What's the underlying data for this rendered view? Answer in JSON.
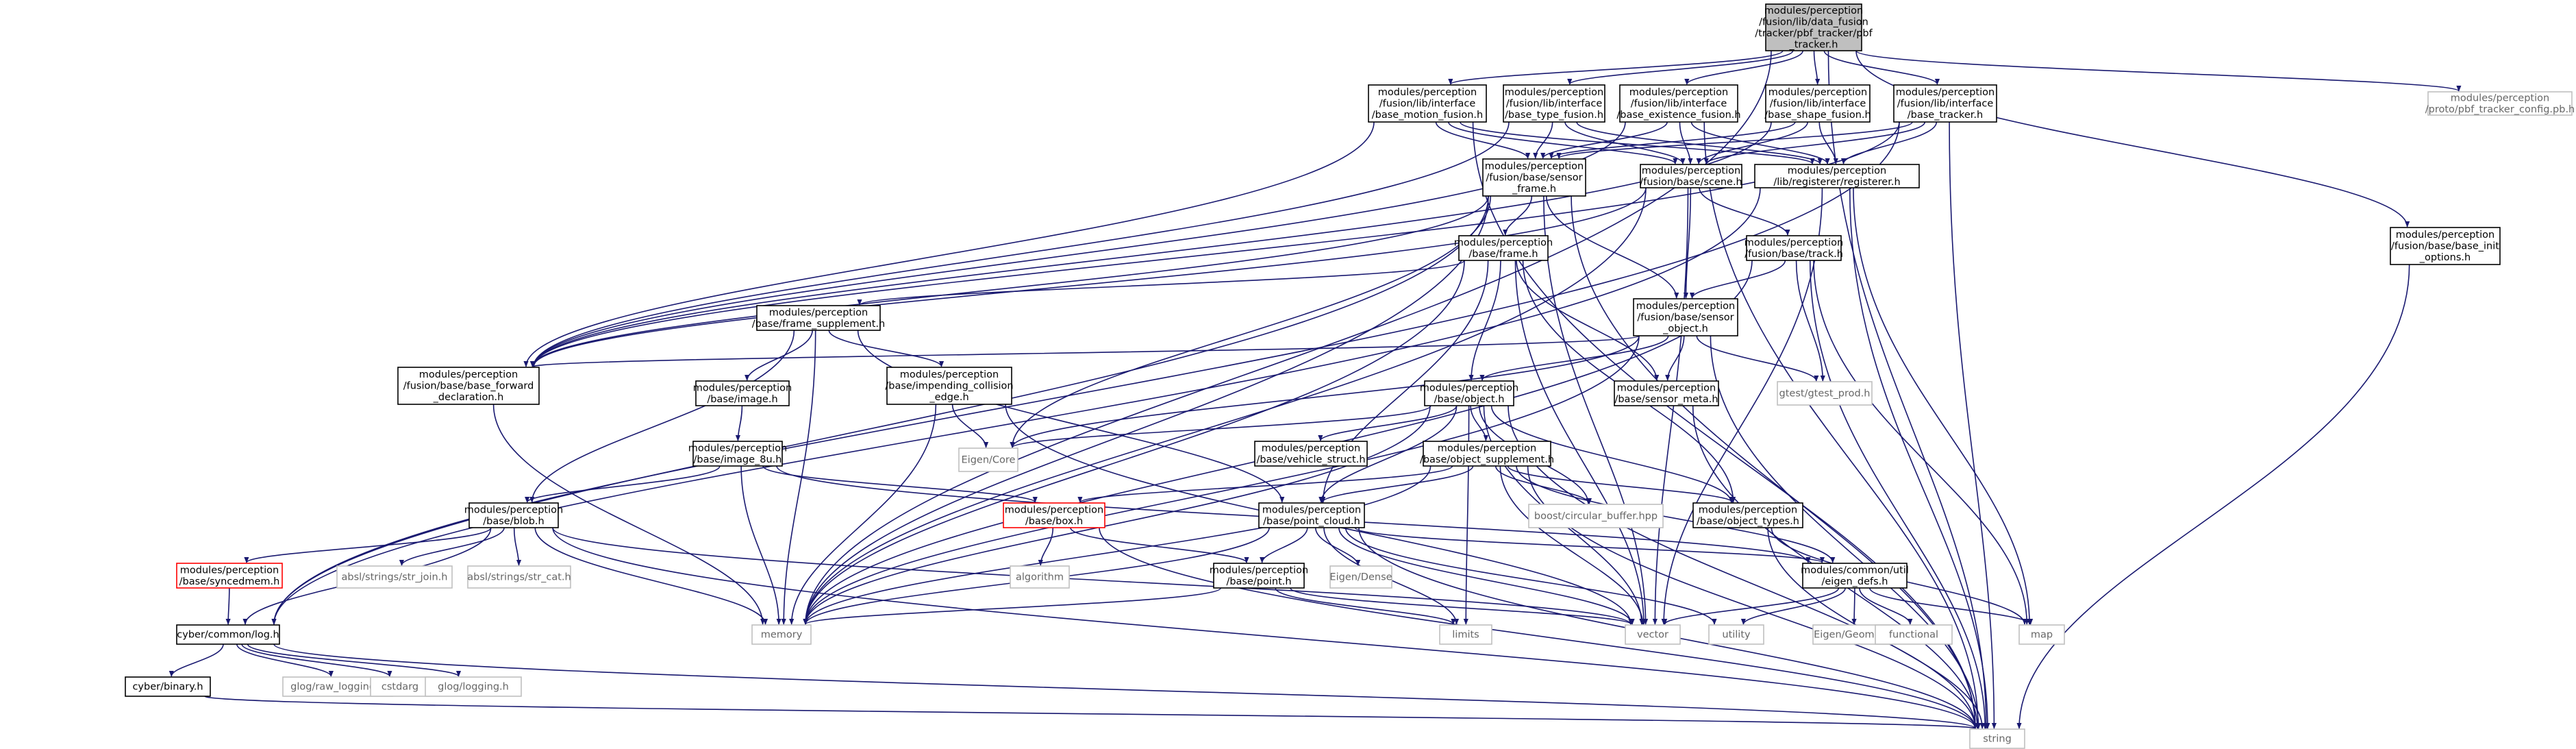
{
  "diagram": {
    "style": {
      "edge_color": "#191970",
      "root_fill": "#bfbfbf",
      "file_border": "#000000",
      "external_border": "#bfbfbf",
      "external_text": "#666666",
      "missing_border": "#ff0000"
    },
    "nodes": [
      {
        "id": "root",
        "kind": "root",
        "lines": [
          "modules/perception",
          "/fusion/lib/data_fusion",
          "/tracker/pbf_tracker/pbf",
          "_tracker.h"
        ]
      },
      {
        "id": "motion_fusion",
        "kind": "file",
        "lines": [
          "modules/perception",
          "/fusion/lib/interface",
          "/base_motion_fusion.h"
        ]
      },
      {
        "id": "type_fusion",
        "kind": "file",
        "lines": [
          "modules/perception",
          "/fusion/lib/interface",
          "/base_type_fusion.h"
        ]
      },
      {
        "id": "existence_fusion",
        "kind": "file",
        "lines": [
          "modules/perception",
          "/fusion/lib/interface",
          "/base_existence_fusion.h"
        ]
      },
      {
        "id": "shape_fusion",
        "kind": "file",
        "lines": [
          "modules/perception",
          "/fusion/lib/interface",
          "/base_shape_fusion.h"
        ]
      },
      {
        "id": "base_tracker",
        "kind": "file",
        "lines": [
          "modules/perception",
          "/fusion/lib/interface",
          "/base_tracker.h"
        ]
      },
      {
        "id": "pbf_config",
        "kind": "ext",
        "lines": [
          "modules/perception",
          "/proto/pbf_tracker_config.pb.h"
        ]
      },
      {
        "id": "sensor_frame",
        "kind": "file",
        "lines": [
          "modules/perception",
          "/fusion/base/sensor",
          "_frame.h"
        ]
      },
      {
        "id": "scene",
        "kind": "file",
        "lines": [
          "modules/perception",
          "/fusion/base/scene.h"
        ]
      },
      {
        "id": "registerer",
        "kind": "file",
        "lines": [
          "modules/perception",
          "/lib/registerer/registerer.h"
        ]
      },
      {
        "id": "base_init_options",
        "kind": "file",
        "lines": [
          "modules/perception",
          "/fusion/base/base_init",
          "_options.h"
        ]
      },
      {
        "id": "frame",
        "kind": "file",
        "lines": [
          "modules/perception",
          "/base/frame.h"
        ]
      },
      {
        "id": "track",
        "kind": "file",
        "lines": [
          "modules/perception",
          "/fusion/base/track.h"
        ]
      },
      {
        "id": "frame_supplement",
        "kind": "file",
        "lines": [
          "modules/perception",
          "/base/frame_supplement.h"
        ]
      },
      {
        "id": "sensor_object",
        "kind": "file",
        "lines": [
          "modules/perception",
          "/fusion/base/sensor",
          "_object.h"
        ]
      },
      {
        "id": "fwd_decl",
        "kind": "file",
        "lines": [
          "modules/perception",
          "/fusion/base/base_forward",
          "_declaration.h"
        ]
      },
      {
        "id": "image",
        "kind": "file",
        "lines": [
          "modules/perception",
          "/base/image.h"
        ]
      },
      {
        "id": "impending",
        "kind": "file",
        "lines": [
          "modules/perception",
          "/base/impending_collision",
          "_edge.h"
        ]
      },
      {
        "id": "object",
        "kind": "file",
        "lines": [
          "modules/perception",
          "/base/object.h"
        ]
      },
      {
        "id": "sensor_meta",
        "kind": "file",
        "lines": [
          "modules/perception",
          "/base/sensor_meta.h"
        ]
      },
      {
        "id": "gtest",
        "kind": "ext",
        "lines": [
          "gtest/gtest_prod.h"
        ]
      },
      {
        "id": "eigen_core",
        "kind": "ext",
        "lines": [
          "Eigen/Core"
        ]
      },
      {
        "id": "image_8u",
        "kind": "file",
        "lines": [
          "modules/perception",
          "/base/image_8u.h"
        ]
      },
      {
        "id": "vehicle_struct",
        "kind": "file",
        "lines": [
          "modules/perception",
          "/base/vehicle_struct.h"
        ]
      },
      {
        "id": "object_supplement",
        "kind": "file",
        "lines": [
          "modules/perception",
          "/base/object_supplement.h"
        ]
      },
      {
        "id": "blob",
        "kind": "file",
        "lines": [
          "modules/perception",
          "/base/blob.h"
        ]
      },
      {
        "id": "box",
        "kind": "missing",
        "lines": [
          "modules/perception",
          "/base/box.h"
        ]
      },
      {
        "id": "point_cloud",
        "kind": "file",
        "lines": [
          "modules/perception",
          "/base/point_cloud.h"
        ]
      },
      {
        "id": "circular_buffer",
        "kind": "ext",
        "lines": [
          "boost/circular_buffer.hpp"
        ]
      },
      {
        "id": "object_types",
        "kind": "file",
        "lines": [
          "modules/perception",
          "/base/object_types.h"
        ]
      },
      {
        "id": "syncedmem",
        "kind": "missing",
        "lines": [
          "modules/perception",
          "/base/syncedmem.h"
        ]
      },
      {
        "id": "str_join",
        "kind": "ext",
        "lines": [
          "absl/strings/str_join.h"
        ]
      },
      {
        "id": "str_cat",
        "kind": "ext",
        "lines": [
          "absl/strings/str_cat.h"
        ]
      },
      {
        "id": "algorithm",
        "kind": "ext",
        "lines": [
          "algorithm"
        ]
      },
      {
        "id": "point",
        "kind": "file",
        "lines": [
          "modules/perception",
          "/base/point.h"
        ]
      },
      {
        "id": "eigen_dense",
        "kind": "ext",
        "lines": [
          "Eigen/Dense"
        ]
      },
      {
        "id": "eigen_defs",
        "kind": "file",
        "lines": [
          "modules/common/util",
          "/eigen_defs.h"
        ]
      },
      {
        "id": "log",
        "kind": "file",
        "lines": [
          "cyber/common/log.h"
        ]
      },
      {
        "id": "memory",
        "kind": "ext",
        "lines": [
          "memory"
        ]
      },
      {
        "id": "limits",
        "kind": "ext",
        "lines": [
          "limits"
        ]
      },
      {
        "id": "vector",
        "kind": "ext",
        "lines": [
          "vector"
        ]
      },
      {
        "id": "utility",
        "kind": "ext",
        "lines": [
          "utility"
        ]
      },
      {
        "id": "eigen_geometry",
        "kind": "ext",
        "lines": [
          "Eigen/Geometry"
        ]
      },
      {
        "id": "functional",
        "kind": "ext",
        "lines": [
          "functional"
        ]
      },
      {
        "id": "map",
        "kind": "ext",
        "lines": [
          "map"
        ]
      },
      {
        "id": "binary",
        "kind": "file",
        "lines": [
          "cyber/binary.h"
        ]
      },
      {
        "id": "raw_logging",
        "kind": "ext",
        "lines": [
          "glog/raw_logging.h"
        ]
      },
      {
        "id": "cstdarg",
        "kind": "ext",
        "lines": [
          "cstdarg"
        ]
      },
      {
        "id": "logging",
        "kind": "ext",
        "lines": [
          "glog/logging.h"
        ]
      },
      {
        "id": "string",
        "kind": "ext",
        "lines": [
          "string"
        ]
      }
    ],
    "edges": [
      [
        "root",
        "motion_fusion"
      ],
      [
        "root",
        "type_fusion"
      ],
      [
        "root",
        "existence_fusion"
      ],
      [
        "root",
        "shape_fusion"
      ],
      [
        "root",
        "base_tracker"
      ],
      [
        "root",
        "pbf_config"
      ],
      [
        "root",
        "base_init_options"
      ],
      [
        "root",
        "string"
      ],
      [
        "root",
        "memory"
      ],
      [
        "motion_fusion",
        "sensor_frame"
      ],
      [
        "motion_fusion",
        "scene"
      ],
      [
        "motion_fusion",
        "registerer"
      ],
      [
        "motion_fusion",
        "fwd_decl"
      ],
      [
        "motion_fusion",
        "string"
      ],
      [
        "type_fusion",
        "sensor_frame"
      ],
      [
        "type_fusion",
        "scene"
      ],
      [
        "type_fusion",
        "registerer"
      ],
      [
        "type_fusion",
        "fwd_decl"
      ],
      [
        "existence_fusion",
        "sensor_frame"
      ],
      [
        "existence_fusion",
        "scene"
      ],
      [
        "existence_fusion",
        "registerer"
      ],
      [
        "existence_fusion",
        "fwd_decl"
      ],
      [
        "existence_fusion",
        "string"
      ],
      [
        "shape_fusion",
        "sensor_frame"
      ],
      [
        "shape_fusion",
        "scene"
      ],
      [
        "shape_fusion",
        "registerer"
      ],
      [
        "shape_fusion",
        "fwd_decl"
      ],
      [
        "base_tracker",
        "sensor_frame"
      ],
      [
        "base_tracker",
        "scene"
      ],
      [
        "base_tracker",
        "registerer"
      ],
      [
        "base_tracker",
        "string"
      ],
      [
        "base_tracker",
        "fwd_decl"
      ],
      [
        "base_tracker",
        "log"
      ],
      [
        "sensor_frame",
        "frame"
      ],
      [
        "sensor_frame",
        "sensor_object"
      ],
      [
        "sensor_frame",
        "fwd_decl"
      ],
      [
        "sensor_frame",
        "eigen_core"
      ],
      [
        "sensor_frame",
        "memory"
      ],
      [
        "sensor_frame",
        "vector"
      ],
      [
        "sensor_frame",
        "string"
      ],
      [
        "sensor_frame",
        "log"
      ],
      [
        "scene",
        "track"
      ],
      [
        "scene",
        "sensor_object"
      ],
      [
        "scene",
        "fwd_decl"
      ],
      [
        "scene",
        "memory"
      ],
      [
        "scene",
        "vector"
      ],
      [
        "registerer",
        "log"
      ],
      [
        "registerer",
        "map"
      ],
      [
        "registerer",
        "string"
      ],
      [
        "registerer",
        "vector"
      ],
      [
        "base_init_options",
        "string"
      ],
      [
        "frame",
        "frame_supplement"
      ],
      [
        "frame",
        "object"
      ],
      [
        "frame",
        "sensor_meta"
      ],
      [
        "frame",
        "object_types"
      ],
      [
        "frame",
        "point_cloud"
      ],
      [
        "frame",
        "memory"
      ],
      [
        "frame",
        "vector"
      ],
      [
        "track",
        "sensor_object"
      ],
      [
        "track",
        "gtest"
      ],
      [
        "track",
        "map"
      ],
      [
        "track",
        "string"
      ],
      [
        "track",
        "memory"
      ],
      [
        "frame_supplement",
        "image"
      ],
      [
        "frame_supplement",
        "impending"
      ],
      [
        "frame_supplement",
        "blob"
      ],
      [
        "frame_supplement",
        "point_cloud"
      ],
      [
        "frame_supplement",
        "memory"
      ],
      [
        "sensor_object",
        "object"
      ],
      [
        "sensor_object",
        "sensor_meta"
      ],
      [
        "sensor_object",
        "fwd_decl"
      ],
      [
        "sensor_object",
        "gtest"
      ],
      [
        "sensor_object",
        "eigen_core"
      ],
      [
        "sensor_object",
        "memory"
      ],
      [
        "sensor_object",
        "string"
      ],
      [
        "fwd_decl",
        "memory"
      ],
      [
        "image",
        "image_8u"
      ],
      [
        "impending",
        "eigen_core"
      ],
      [
        "impending",
        "memory"
      ],
      [
        "impending",
        "vector"
      ],
      [
        "object",
        "vehicle_struct"
      ],
      [
        "object",
        "object_supplement"
      ],
      [
        "object",
        "object_types"
      ],
      [
        "object",
        "point_cloud"
      ],
      [
        "object",
        "circular_buffer"
      ],
      [
        "object",
        "eigen_core"
      ],
      [
        "object",
        "memory"
      ],
      [
        "object",
        "vector"
      ],
      [
        "object",
        "string"
      ],
      [
        "object",
        "limits"
      ],
      [
        "sensor_meta",
        "string"
      ],
      [
        "image_8u",
        "blob"
      ],
      [
        "image_8u",
        "box"
      ],
      [
        "image_8u",
        "memory"
      ],
      [
        "image_8u",
        "eigen_defs"
      ],
      [
        "object_supplement",
        "box"
      ],
      [
        "object_supplement",
        "point_cloud"
      ],
      [
        "object_supplement",
        "object_types"
      ],
      [
        "object_supplement",
        "circular_buffer"
      ],
      [
        "object_supplement",
        "eigen_defs"
      ],
      [
        "object_supplement",
        "memory"
      ],
      [
        "object_supplement",
        "vector"
      ],
      [
        "object_supplement",
        "string"
      ],
      [
        "blob",
        "syncedmem"
      ],
      [
        "blob",
        "log"
      ],
      [
        "blob",
        "str_join"
      ],
      [
        "blob",
        "str_cat"
      ],
      [
        "blob",
        "memory"
      ],
      [
        "blob",
        "vector"
      ],
      [
        "blob",
        "string"
      ],
      [
        "box",
        "algorithm"
      ],
      [
        "box",
        "point"
      ],
      [
        "box",
        "string"
      ],
      [
        "point_cloud",
        "point"
      ],
      [
        "point_cloud",
        "eigen_defs"
      ],
      [
        "point_cloud",
        "eigen_dense"
      ],
      [
        "point_cloud",
        "limits"
      ],
      [
        "point_cloud",
        "memory"
      ],
      [
        "point_cloud",
        "vector"
      ],
      [
        "point_cloud",
        "utility"
      ],
      [
        "point_cloud",
        "string"
      ],
      [
        "object_types",
        "map"
      ],
      [
        "object_types",
        "string"
      ],
      [
        "syncedmem",
        "log"
      ],
      [
        "point",
        "memory"
      ],
      [
        "point",
        "vector"
      ],
      [
        "point",
        "limits"
      ],
      [
        "eigen_defs",
        "map"
      ],
      [
        "eigen_defs",
        "vector"
      ],
      [
        "eigen_defs",
        "utility"
      ],
      [
        "eigen_defs",
        "eigen_geometry"
      ],
      [
        "eigen_defs",
        "functional"
      ],
      [
        "log",
        "binary"
      ],
      [
        "log",
        "raw_logging"
      ],
      [
        "log",
        "cstdarg"
      ],
      [
        "log",
        "logging"
      ],
      [
        "log",
        "string"
      ],
      [
        "binary",
        "string"
      ]
    ]
  }
}
